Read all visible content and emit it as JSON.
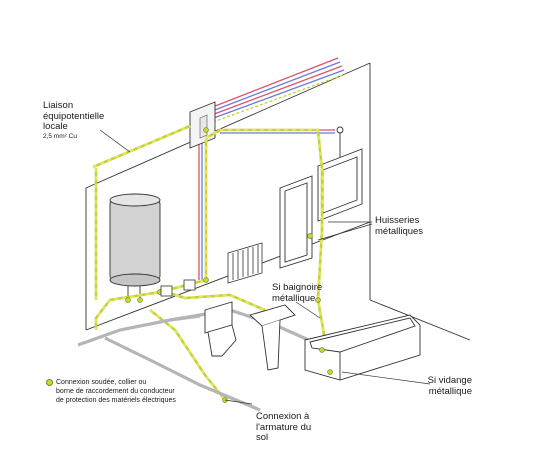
{
  "labels": {
    "liaison": {
      "line1": "Liaison",
      "line2": "équipotentielle",
      "line3": "locale",
      "spec": "2,5 mm² Cu"
    },
    "huisseries": {
      "line1": "Huisseries",
      "line2": "métalliques"
    },
    "baignoire": {
      "line1": "Si baignoire",
      "line2": "métallique"
    },
    "vidange": {
      "line1": "Si vidange",
      "line2": "métallique"
    },
    "armature": {
      "line1": "Connexion à",
      "line2": "l'armature du",
      "line3": "sol"
    }
  },
  "legend": {
    "line1": "Connexion soudée, collier ou",
    "line2": "borne de raccordement du conducteur",
    "line3": "de protection des matériels électriques"
  },
  "colors": {
    "conductor_green": "#c2d23a",
    "conductor_yellow": "#e4e35a",
    "phase_red": "#e0506a",
    "neutral_blue": "#6a7bd8",
    "wall_grey": "#b5b5b5",
    "line_dark": "#333333"
  }
}
